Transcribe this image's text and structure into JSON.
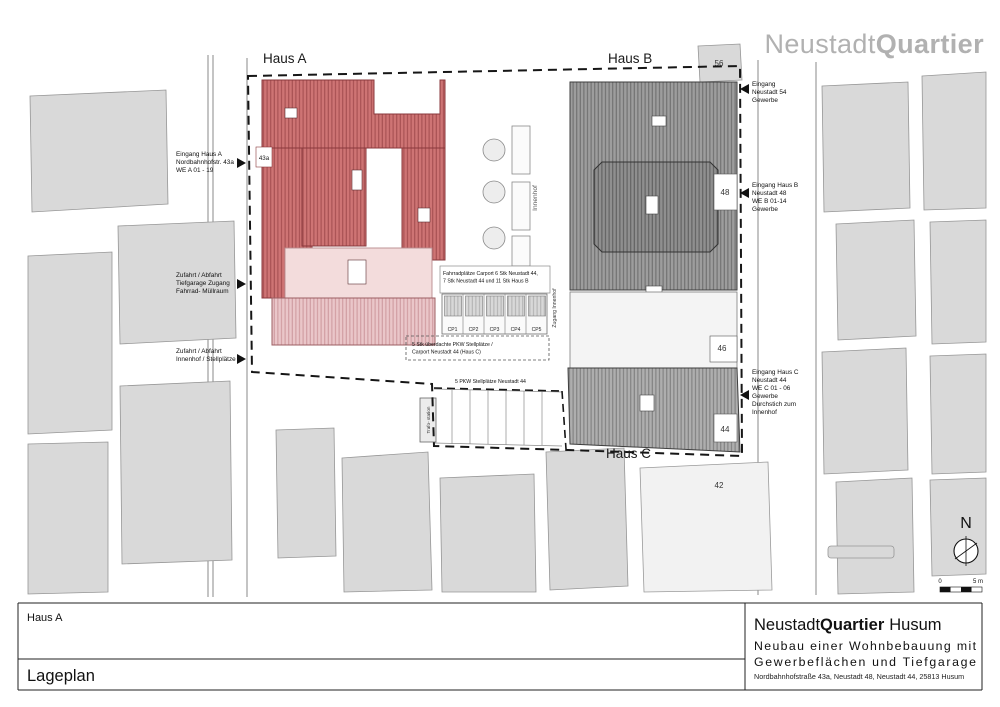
{
  "logo": {
    "part1": "Neustadt",
    "part2": "Quartier"
  },
  "plan": {
    "haus_a": "Haus A",
    "haus_b": "Haus B",
    "haus_c": "Haus C",
    "innenhof": "Innenhof",
    "zugang_innenhof": "Zugang Innenhof",
    "trafo_station": "Trafo- station",
    "north_letter": "N",
    "house_numbers": {
      "n56": "56",
      "n48": "48",
      "n46": "46",
      "n44": "44",
      "n42": "42",
      "n43a": "43a"
    },
    "scale_bar": {
      "start": "0",
      "end": "5 m"
    },
    "annotations_left": {
      "entrance_a": [
        "Eingang Haus A",
        "Nordbahnhofstr. 43a",
        "WE A 01 - 19"
      ],
      "access_garage": [
        "Zufahrt / Abfahrt",
        "Tiefgarage Zugang",
        "Fahrrad- Müllraum"
      ],
      "access_courtyard": [
        "Zufahrt / Abfahrt",
        "Innenhof / Stellplätze"
      ]
    },
    "annotations_right": {
      "entrance_54": [
        "Eingang",
        "Neustadt 54",
        "Gewerbe"
      ],
      "entrance_b": [
        "Eingang Haus B",
        "Neustadt 48",
        "WE B 01-14",
        "Gewerbe"
      ],
      "entrance_c": [
        "Eingang Haus C",
        "Neustadt 44",
        "WE C 01 - 06",
        "Gewerbe",
        "Durchstich zum",
        "Innenhof"
      ]
    },
    "carport": {
      "note_lines": [
        "Fahrradplätze Carport 6 Stk Neustadt 44,",
        "7 Stk Neustadt 44 und 11 Stk Haus B"
      ],
      "stalls": [
        "CP1",
        "CP2",
        "CP3",
        "CP4",
        "CP5"
      ],
      "covered_note": [
        "5 Stk überdachte PKW Stellplätze /",
        "Carport Neustadt 44 (Haus C)"
      ]
    },
    "parking_note": "5 PKW Stellplätze Neustadt 44"
  },
  "titleblock": {
    "project_part": "Haus A",
    "drawing_title": "Lageplan",
    "firm_part1": "Neustadt",
    "firm_part2": "Quartier",
    "firm_part3": "Husum",
    "subtitle_line1": "Neubau einer Wohnbebauung mit",
    "subtitle_line2": "Gewerbeflächen und Tiefgarage",
    "address": "Nordbahnhofstraße 43a, Neustadt 48, Neustadt 44, 25813 Husum"
  }
}
